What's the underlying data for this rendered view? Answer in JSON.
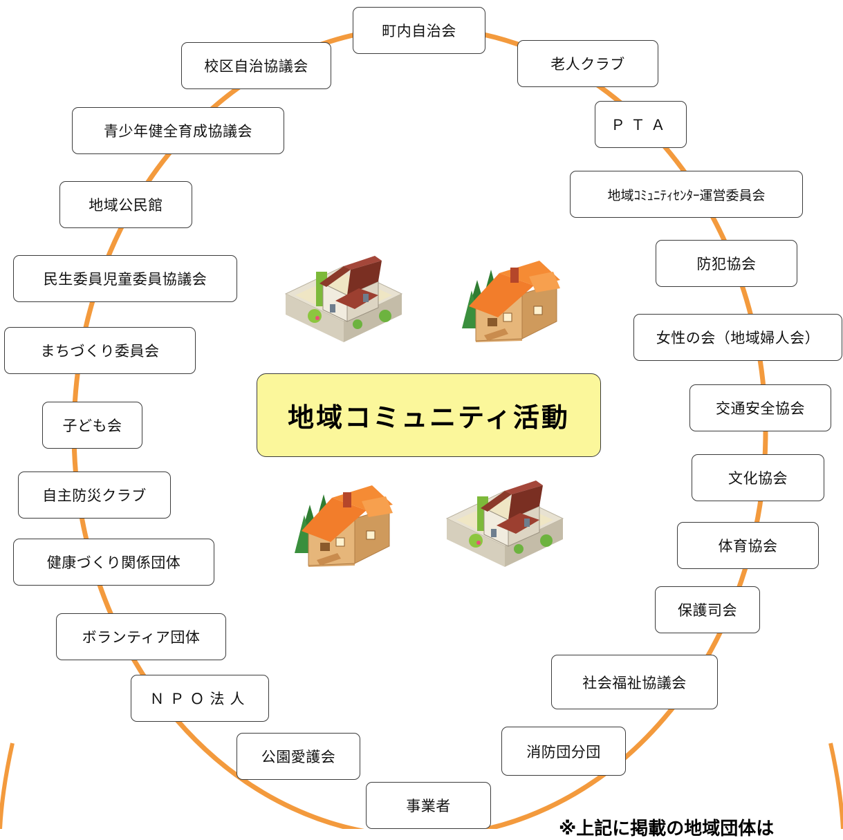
{
  "title": "地域コミュニティ活動",
  "ring_color": "#f39a3d",
  "center_color": "#fbf79b",
  "groups": [
    "町内自治会",
    "老人クラブ",
    "ＰＴＡ",
    "地域ｺﾐｭﾆﾃｨｾﾝﾀｰ運営委員会",
    "防犯協会",
    "女性の会（地域婦人会）",
    "交通安全協会",
    "文化協会",
    "体育協会",
    "保護司会",
    "社会福祉協議会",
    "消防団分団",
    "事業者",
    "公園愛護会",
    "ＮＰＯ法人",
    "ボランティア団体",
    "健康づくり関係団体",
    "自主防災クラブ",
    "子ども会",
    "まちづくり委員会",
    "民生委員児童委員協議会",
    "地域公民館",
    "青少年健全育成協議会",
    "校区自治協議会"
  ],
  "illustrations": [
    "house-with-garden",
    "cabin-with-trees",
    "cabin-with-trees",
    "house-with-garden"
  ],
  "note": "※上記に掲載の地域団体は"
}
